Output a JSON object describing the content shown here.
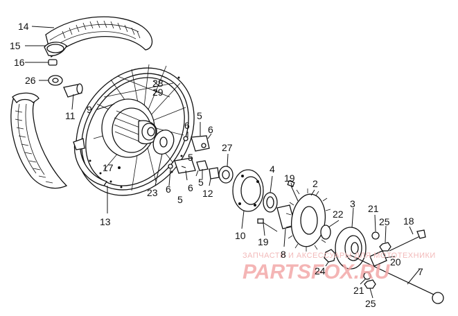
{
  "diagram": {
    "callouts": [
      {
        "id": "c14",
        "text": "14"
      },
      {
        "id": "c15",
        "text": "15"
      },
      {
        "id": "c16",
        "text": "16"
      },
      {
        "id": "c26",
        "text": "26"
      },
      {
        "id": "c11",
        "text": "11"
      },
      {
        "id": "c9",
        "text": "9"
      },
      {
        "id": "c28",
        "text": "28"
      },
      {
        "id": "c29",
        "text": "29"
      },
      {
        "id": "c5a",
        "text": "5"
      },
      {
        "id": "c6a",
        "text": "6"
      },
      {
        "id": "c6b",
        "text": "6"
      },
      {
        "id": "c27",
        "text": "27"
      },
      {
        "id": "c5b",
        "text": "5"
      },
      {
        "id": "c6c",
        "text": "6"
      },
      {
        "id": "c6d",
        "text": "6"
      },
      {
        "id": "c5c",
        "text": "5"
      },
      {
        "id": "c5d",
        "text": "5"
      },
      {
        "id": "c17",
        "text": "17"
      },
      {
        "id": "c23",
        "text": "23"
      },
      {
        "id": "c12",
        "text": "12"
      },
      {
        "id": "c4",
        "text": "4"
      },
      {
        "id": "c19a",
        "text": "19"
      },
      {
        "id": "c2",
        "text": "2"
      },
      {
        "id": "c13",
        "text": "13"
      },
      {
        "id": "c10",
        "text": "10"
      },
      {
        "id": "c3",
        "text": "3"
      },
      {
        "id": "c22",
        "text": "22"
      },
      {
        "id": "c21a",
        "text": "21"
      },
      {
        "id": "c25a",
        "text": "25"
      },
      {
        "id": "c18",
        "text": "18"
      },
      {
        "id": "c19b",
        "text": "19"
      },
      {
        "id": "c8",
        "text": "8"
      },
      {
        "id": "c20",
        "text": "20"
      },
      {
        "id": "c24",
        "text": "24"
      },
      {
        "id": "c7",
        "text": "7"
      },
      {
        "id": "c21b",
        "text": "21"
      },
      {
        "id": "c25b",
        "text": "25"
      }
    ]
  },
  "watermark": {
    "line1": "ЗАПЧАСТИ И АКСЕССУАРЫ ДЛЯ МОТОТЕХНИКИ",
    "brand": "PARTSFOX.RU",
    "color": "#f3a9a9"
  }
}
